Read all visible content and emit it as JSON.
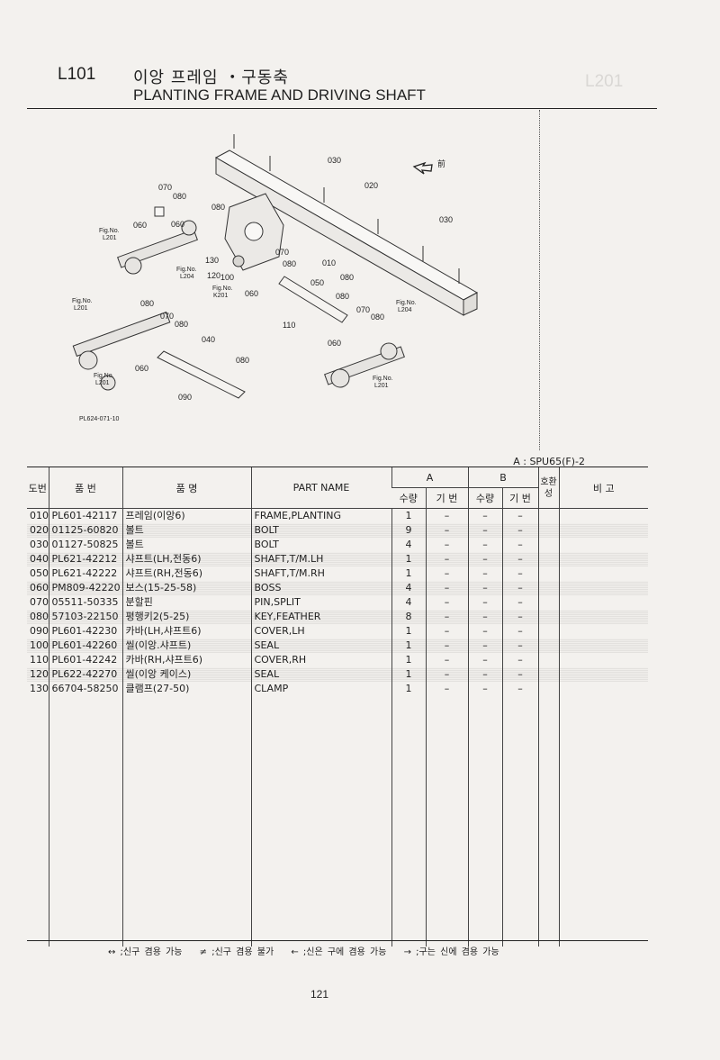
{
  "page": {
    "code": "L101",
    "title_kr": "이앙 프레임 ・구동축",
    "title_en": "PLANTING FRAME AND DRIVING SHAFT",
    "number": "121"
  },
  "diagram": {
    "front_mark": "前",
    "drawing_code": "PL624-071-10",
    "callouts": [
      "010",
      "020",
      "030",
      "030",
      "040",
      "050",
      "060",
      "060",
      "060",
      "060",
      "060",
      "070",
      "070",
      "070",
      "070",
      "080",
      "080",
      "080",
      "080",
      "080",
      "080",
      "080",
      "080",
      "080",
      "090",
      "100",
      "110",
      "120",
      "130"
    ],
    "refs": [
      {
        "line1": "Fig.No.",
        "line2": "L201"
      },
      {
        "line1": "Fig.No.",
        "line2": "L204"
      },
      {
        "line1": "Fig.No.",
        "line2": "K201"
      },
      {
        "line1": "Fig.No.",
        "line2": "L201"
      },
      {
        "line1": "Fig.No.",
        "line2": "L204"
      },
      {
        "line1": "Fig.No.",
        "line2": "L201"
      },
      {
        "line1": "Fig.No.",
        "line2": "L201"
      }
    ]
  },
  "variant": "A : SPU65(F)-2",
  "table": {
    "headers": {
      "no": "도번",
      "part_no": "품 번",
      "name_kr": "품 명",
      "name_en": "PART NAME",
      "group_a": "A",
      "group_b": "B",
      "qty": "수량",
      "base": "기 번",
      "interchange": "호환성",
      "remarks": "비 고"
    },
    "rows": [
      {
        "no": "010",
        "part": "PL601-42117",
        "kr": "프레임(이앙6)",
        "en": "FRAME,PLANTING",
        "qa": "1",
        "ba": "–",
        "qb": "–",
        "bb": "–",
        "shade": false
      },
      {
        "no": "020",
        "part": "01125-60820",
        "kr": "볼트",
        "en": "BOLT",
        "qa": "9",
        "ba": "–",
        "qb": "–",
        "bb": "–",
        "shade": true
      },
      {
        "no": "030",
        "part": "01127-50825",
        "kr": "볼트",
        "en": "BOLT",
        "qa": "4",
        "ba": "–",
        "qb": "–",
        "bb": "–",
        "shade": false
      },
      {
        "no": "040",
        "part": "PL621-42212",
        "kr": "샤프트(LH,전동6)",
        "en": "SHAFT,T/M.LH",
        "qa": "1",
        "ba": "–",
        "qb": "–",
        "bb": "–",
        "shade": true
      },
      {
        "no": "050",
        "part": "PL621-42222",
        "kr": "샤프트(RH,전동6)",
        "en": "SHAFT,T/M.RH",
        "qa": "1",
        "ba": "–",
        "qb": "–",
        "bb": "–",
        "shade": false
      },
      {
        "no": "060",
        "part": "PM809-42220",
        "kr": "보스(15-25-58)",
        "en": "BOSS",
        "qa": "4",
        "ba": "–",
        "qb": "–",
        "bb": "–",
        "shade": true
      },
      {
        "no": "070",
        "part": "05511-50335",
        "kr": "분할핀",
        "en": "PIN,SPLIT",
        "qa": "4",
        "ba": "–",
        "qb": "–",
        "bb": "–",
        "shade": false
      },
      {
        "no": "080",
        "part": "57103-22150",
        "kr": "평행키2(5-25)",
        "en": "KEY,FEATHER",
        "qa": "8",
        "ba": "–",
        "qb": "–",
        "bb": "–",
        "shade": true
      },
      {
        "no": "090",
        "part": "PL601-42230",
        "kr": "카바(LH,샤프트6)",
        "en": "COVER,LH",
        "qa": "1",
        "ba": "–",
        "qb": "–",
        "bb": "–",
        "shade": false
      },
      {
        "no": "100",
        "part": "PL601-42260",
        "kr": "씰(이앙.샤프트)",
        "en": "SEAL",
        "qa": "1",
        "ba": "–",
        "qb": "–",
        "bb": "–",
        "shade": true
      },
      {
        "no": "110",
        "part": "PL601-42242",
        "kr": "카바(RH,샤프트6)",
        "en": "COVER,RH",
        "qa": "1",
        "ba": "–",
        "qb": "–",
        "bb": "–",
        "shade": false
      },
      {
        "no": "120",
        "part": "PL622-42270",
        "kr": "씰(이앙 케이스)",
        "en": "SEAL",
        "qa": "1",
        "ba": "–",
        "qb": "–",
        "bb": "–",
        "shade": true
      },
      {
        "no": "130",
        "part": "66704-58250",
        "kr": "클램프(27-50)",
        "en": "CLAMP",
        "qa": "1",
        "ba": "–",
        "qb": "–",
        "bb": "–",
        "shade": false
      }
    ]
  },
  "legend": [
    "↔ ;신구 겸용 가능",
    "≠ ;신구 겸용 불가",
    "← ;신은 구에 겸용 가능",
    "→ ;구는 신에 겸용 가능"
  ]
}
